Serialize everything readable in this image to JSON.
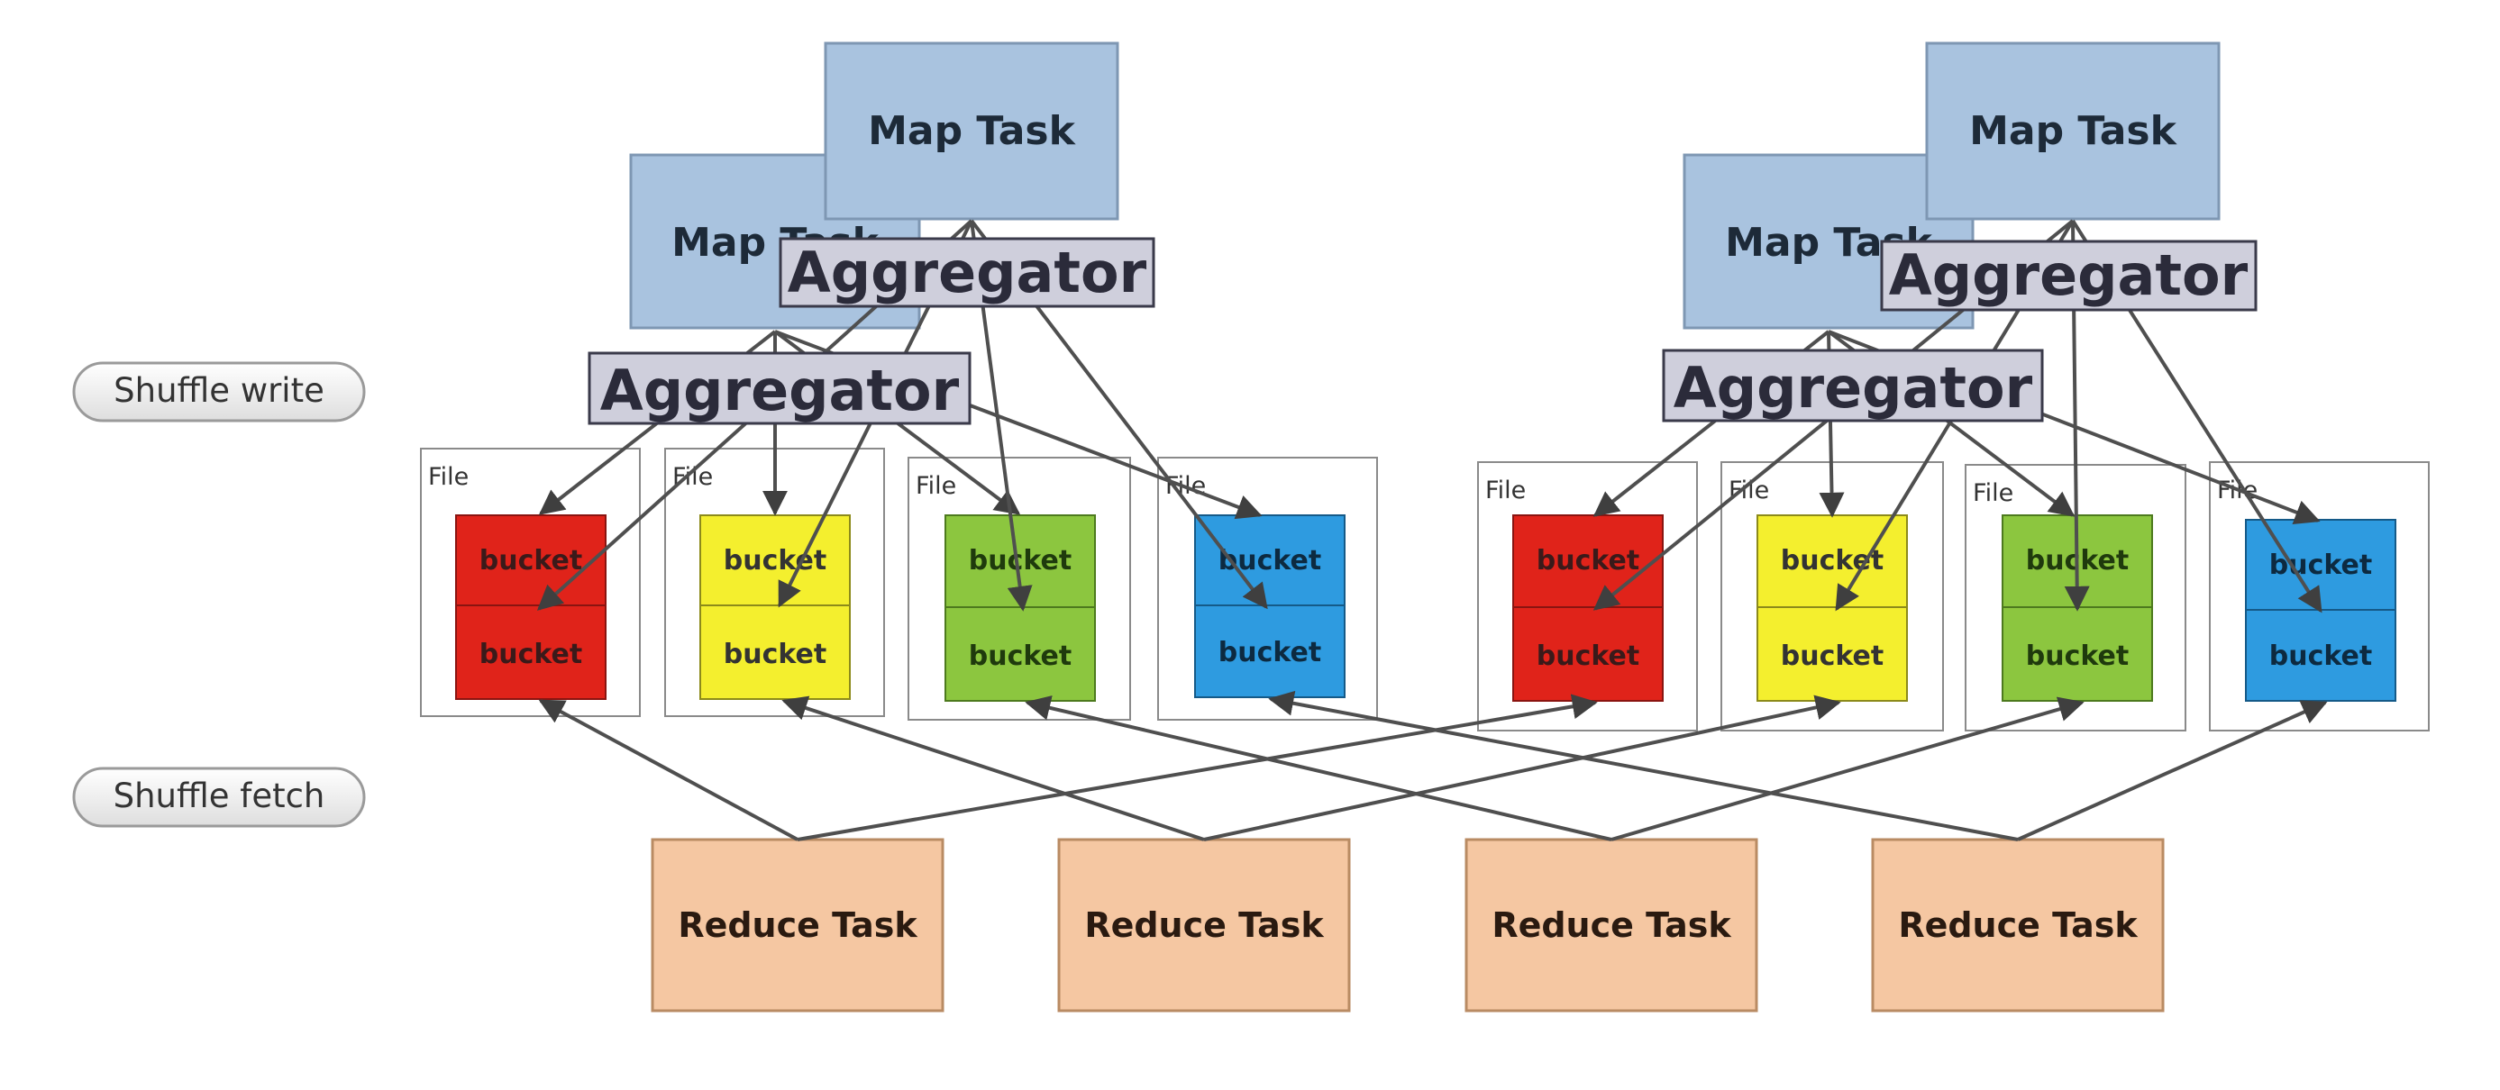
{
  "labels": {
    "map_task": "Map Task",
    "aggregator": "Aggregator",
    "file": "File",
    "bucket": "bucket",
    "reduce_task": "Reduce Task",
    "shuffle_write": "Shuffle write",
    "shuffle_fetch": "Shuffle fetch"
  },
  "groups": [
    {
      "map_tasks": [
        "Map Task",
        "Map Task"
      ],
      "aggregators": [
        "Aggregator",
        "Aggregator"
      ],
      "files": [
        {
          "label": "File",
          "color": "red",
          "buckets": [
            "bucket",
            "bucket"
          ]
        },
        {
          "label": "File",
          "color": "yellow",
          "buckets": [
            "bucket",
            "bucket"
          ]
        },
        {
          "label": "File",
          "color": "green",
          "buckets": [
            "bucket",
            "bucket"
          ]
        },
        {
          "label": "File",
          "color": "blue",
          "buckets": [
            "bucket",
            "bucket"
          ]
        }
      ]
    },
    {
      "map_tasks": [
        "Map Task",
        "Map Task"
      ],
      "aggregators": [
        "Aggregator",
        "Aggregator"
      ],
      "files": [
        {
          "label": "File",
          "color": "red",
          "buckets": [
            "bucket",
            "bucket"
          ]
        },
        {
          "label": "File",
          "color": "yellow",
          "buckets": [
            "bucket",
            "bucket"
          ]
        },
        {
          "label": "File",
          "color": "green",
          "buckets": [
            "bucket",
            "bucket"
          ]
        },
        {
          "label": "File",
          "color": "blue",
          "buckets": [
            "bucket",
            "bucket"
          ]
        }
      ]
    }
  ],
  "reduce_tasks": [
    "Reduce Task",
    "Reduce Task",
    "Reduce Task",
    "Reduce Task"
  ],
  "colors": {
    "map_fill": "#a9c3df",
    "aggregator_fill": "#cfcfdc",
    "reduce_fill": "#f5c7a2",
    "red": "#e0231a",
    "yellow": "#f4ef2e",
    "green": "#8cc63f",
    "blue": "#2e9be0",
    "arrow": "#4f4f4f"
  }
}
